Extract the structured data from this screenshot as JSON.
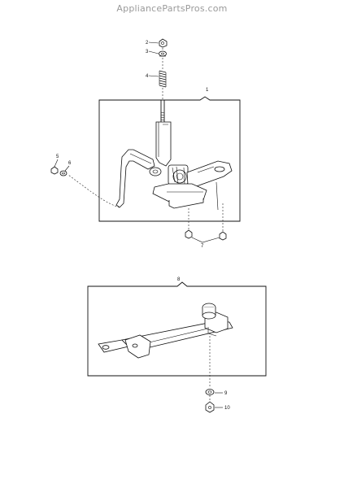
{
  "watermark": "AppliancePartsPros.com",
  "callouts": {
    "c1": "1",
    "c2": "2",
    "c3": "3",
    "c4": "4",
    "c5": "5",
    "c6": "6",
    "c7": "7",
    "c8": "8",
    "c9": "9",
    "c10": "10"
  }
}
